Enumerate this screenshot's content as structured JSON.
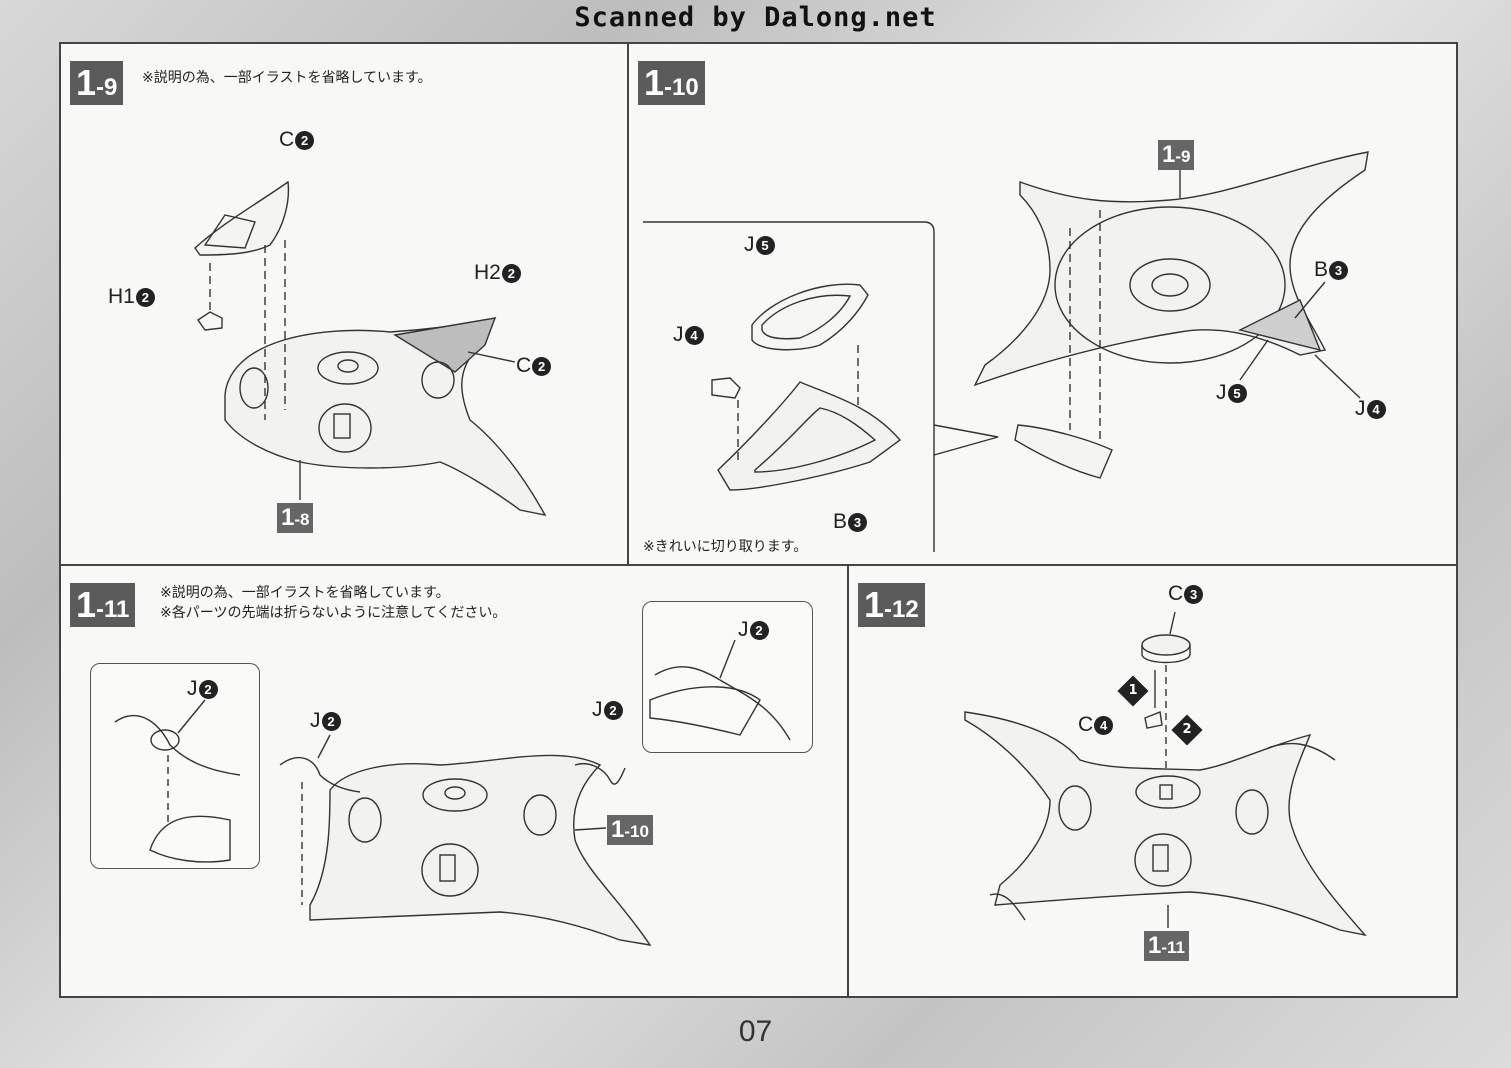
{
  "header": {
    "title": "Scanned by Dalong.net"
  },
  "steps": {
    "s19": {
      "main": "1",
      "sub": "-9",
      "note": "※説明の為、一部イラストを省略しています。"
    },
    "s110": {
      "main": "1",
      "sub": "-10",
      "note": "※きれいに切り取ります。"
    },
    "s111": {
      "main": "1",
      "sub": "-11",
      "note1": "※説明の為、一部イラストを省略しています。",
      "note2": "※各パーツの先端は折らないように注意してください。"
    },
    "s112": {
      "main": "1",
      "sub": "-12"
    }
  },
  "refs": {
    "r18": {
      "main": "1",
      "sub": "-8"
    },
    "r19": {
      "main": "1",
      "sub": "-9"
    },
    "r110": {
      "main": "1",
      "sub": "-10"
    },
    "r111": {
      "main": "1",
      "sub": "-11"
    }
  },
  "parts": {
    "c2": {
      "letter": "C",
      "num": "2"
    },
    "h1": {
      "letter": "H1",
      "num": "2"
    },
    "h2": {
      "letter": "H2",
      "num": "2"
    },
    "b3": {
      "letter": "B",
      "num": "3"
    },
    "j4": {
      "letter": "J",
      "num": "4"
    },
    "j5": {
      "letter": "J",
      "num": "5"
    },
    "j2": {
      "letter": "J",
      "num": "2"
    },
    "c3": {
      "letter": "C",
      "num": "3"
    },
    "c4": {
      "letter": "C",
      "num": "4"
    }
  },
  "order": {
    "first": "1",
    "second": "2"
  },
  "page": {
    "number": "07"
  }
}
